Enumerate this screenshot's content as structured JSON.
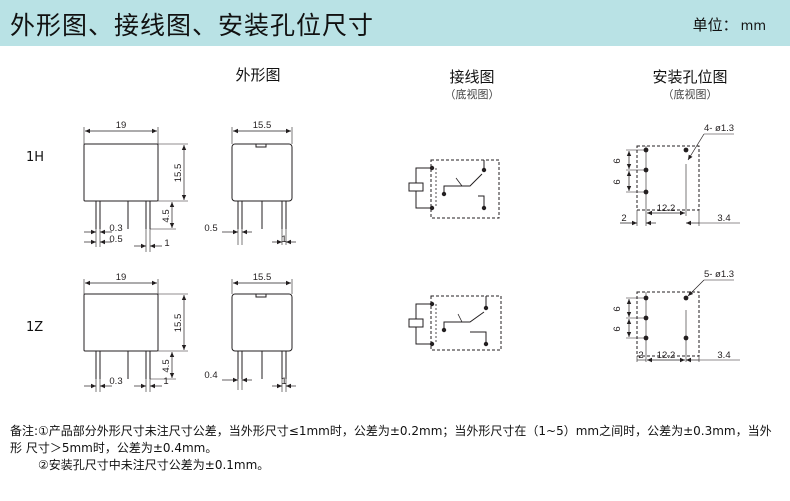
{
  "header": {
    "title": "外形图、接线图、安装孔位尺寸",
    "unit_label": "单位：",
    "unit_value": "mm",
    "bg_color": "#b9e2e5"
  },
  "columns": {
    "outline": {
      "title": "外形图"
    },
    "wiring": {
      "title": "接线图",
      "subtitle": "（底视图）"
    },
    "mounting": {
      "title": "安装孔位图",
      "subtitle": "（底视图）"
    }
  },
  "rows": [
    {
      "label": "1H",
      "front": {
        "width": "19",
        "height": "15.5",
        "pin_len": "4.5",
        "pin_dim_a": "0.3",
        "pin_dim_b": "0.5",
        "pin_w": "1"
      },
      "side": {
        "width": "15.5",
        "pin_off": "0.5",
        "pin_w": "1"
      },
      "holes": {
        "callout": "4- ø1.3",
        "dim_v1": "6",
        "dim_v2": "6",
        "dim_h": "12.2",
        "edge_left": "2",
        "edge_right": "3.4"
      }
    },
    {
      "label": "1Z",
      "front": {
        "width": "19",
        "height": "15.5",
        "pin_len": "4.5",
        "pin_dim_a": "0.3",
        "pin_w": "1"
      },
      "side": {
        "width": "15.5",
        "pin_off": "0.4",
        "pin_w": "1"
      },
      "holes": {
        "callout": "5- ø1.3",
        "dim_v1": "6",
        "dim_v2": "6",
        "dim_h": "12.2",
        "edge_left": "2",
        "edge_right": "3.4"
      }
    }
  ],
  "notes": {
    "note1": "备注:①产品部分外形尺寸未注尺寸公差，当外形尺寸≤1mm时，公差为±0.2mm；当外形尺寸在（1~5）mm之间时，公差为±0.3mm，当外形 尺寸＞5mm时，公差为±0.4mm。",
    "note2": "②安装孔尺寸中未注尺寸公差为±0.1mm。"
  }
}
